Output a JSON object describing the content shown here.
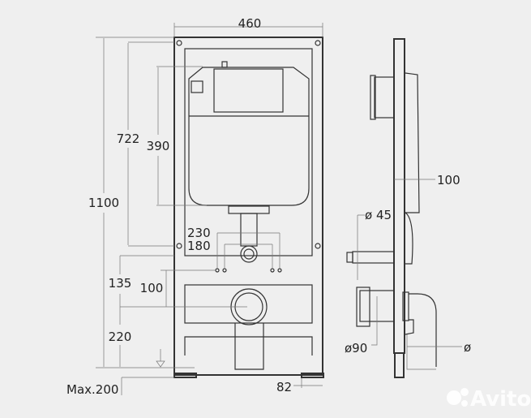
{
  "front_view": {
    "dimensions": {
      "width": "460",
      "height_total": "1100",
      "height_722": "722",
      "height_390": "390",
      "spacing_230": "230",
      "spacing_180": "180",
      "height_135": "135",
      "height_100": "100",
      "height_220": "220",
      "max_200": "Max.200",
      "foot_82": "82"
    }
  },
  "side_view": {
    "dimensions": {
      "depth_100": "100",
      "diameter_45": "ø 45",
      "diameter_90": "ø90",
      "diameter_blank": "ø"
    }
  },
  "watermark": {
    "text": "Avito"
  },
  "colors": {
    "background": "#efefef",
    "line": "#333333"
  }
}
